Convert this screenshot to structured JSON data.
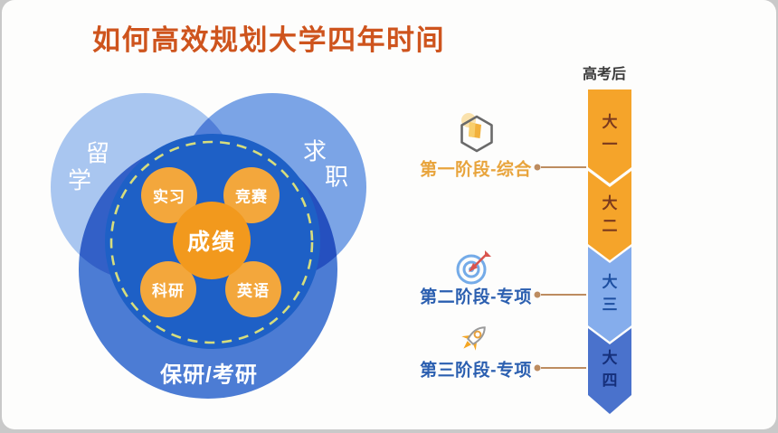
{
  "title": {
    "text": "如何高效规划大学四年时间",
    "color": "#CE541D"
  },
  "venn": {
    "circles": {
      "study_abroad": {
        "label": "留学",
        "char1": "留",
        "char2": "学",
        "color": "#A9C6F0"
      },
      "job_hunting": {
        "label": "求职",
        "char1": "求",
        "char2": "职",
        "color": "#7BA4E6"
      },
      "postgrad": {
        "label": "保研/考研",
        "color": "#4C7CD4"
      }
    },
    "core": {
      "inner_bg_color": "#1E60C6",
      "dashed_ring_color": "#D6DD7D",
      "center": {
        "label": "成绩",
        "color": "#F2991D"
      },
      "satellites": [
        {
          "label": "实习",
          "color": "#F3A73C"
        },
        {
          "label": "竞赛",
          "color": "#F3A73C"
        },
        {
          "label": "科研",
          "color": "#F3A73C"
        },
        {
          "label": "英语",
          "color": "#F3A73C"
        }
      ]
    }
  },
  "timeline": {
    "header": {
      "text": "高考后",
      "color": "#3A3A3A"
    },
    "years": [
      {
        "label": "大一",
        "color": "#F5A42A",
        "text_color": "#7B3A1D"
      },
      {
        "label": "大二",
        "color": "#F5A42A",
        "text_color": "#7B3A1D"
      },
      {
        "label": "大三",
        "color": "#85ADEC",
        "text_color": "#1D4FA0"
      },
      {
        "label": "大四",
        "color": "#4A72CC",
        "text_color": "#152F7A"
      }
    ],
    "stages": [
      {
        "label": "第一阶段-综合",
        "color": "#E8A43C",
        "icon": "hexagon-cube-icon"
      },
      {
        "label": "第二阶段-专项",
        "color": "#2B5FB0",
        "icon": "target-dart-icon"
      },
      {
        "label": "第三阶段-专项",
        "color": "#2B5FB0",
        "icon": "rocket-icon"
      }
    ],
    "connector_color": "#BD8C60"
  }
}
